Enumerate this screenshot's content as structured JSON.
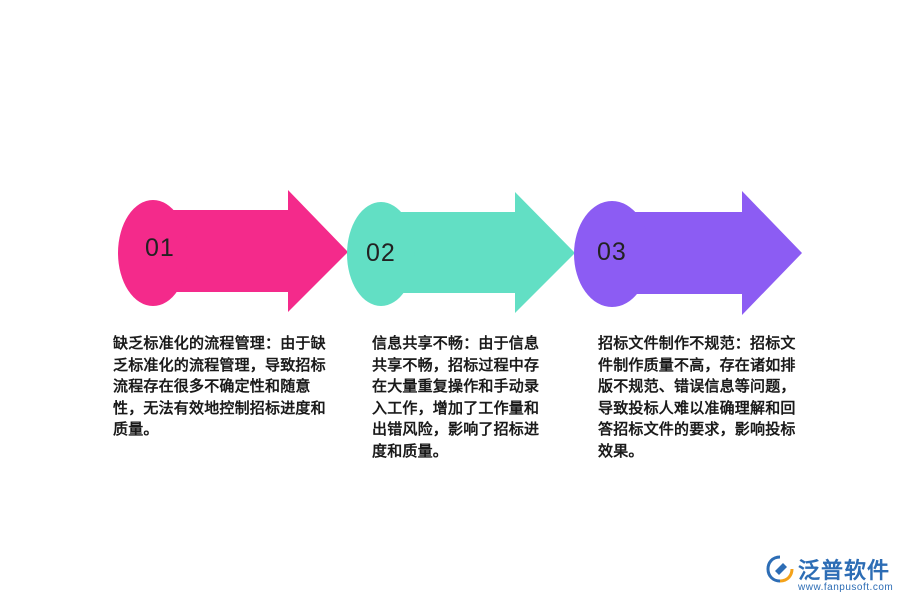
{
  "steps": [
    {
      "number": "01",
      "color": "#f42a8b",
      "text": "缺乏标准化的流程管理：由于缺乏标准化的流程管理，导致招标流程存在很多不确定性和随意性，无法有效地控制招标进度和质量。"
    },
    {
      "number": "02",
      "color": "#62dfc4",
      "text": "信息共享不畅：由于信息共享不畅，招标过程中存在大量重复操作和手动录入工作，增加了工作量和出错风险，影响了招标进度和质量。"
    },
    {
      "number": "03",
      "color": "#8c5cf3",
      "text": "招标文件制作不规范：招标文件制作质量不高，存在诸如排版不规范、错误信息等问题，导致投标人难以准确理解和回答招标文件的要求，影响投标效果。"
    }
  ],
  "logo": {
    "name": "泛普软件",
    "url": "www.fanpusoft.com",
    "color": "#2d6db5"
  }
}
